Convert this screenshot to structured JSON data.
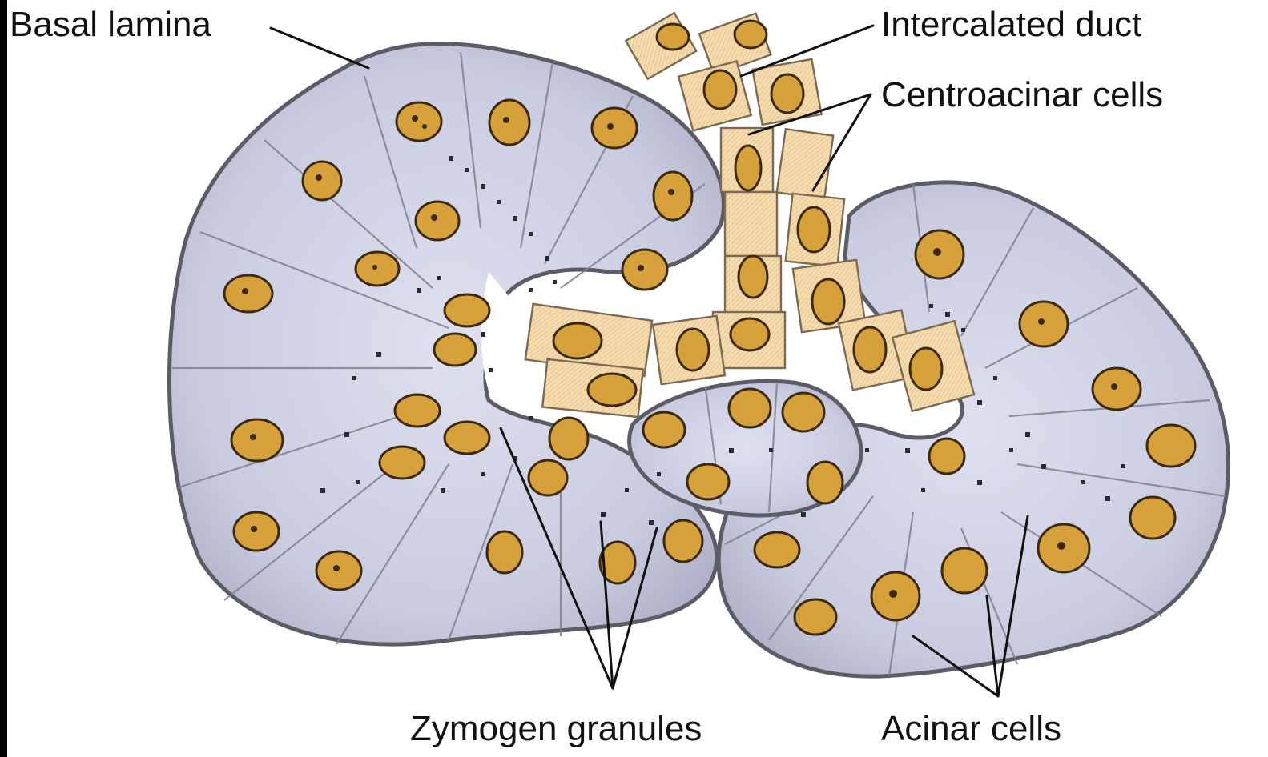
{
  "labels": {
    "basal_lamina": "Basal lamina",
    "intercalated_duct": "Intercalated duct",
    "centroacinar_cells": "Centroacinar cells",
    "zymogen_granules": "Zymogen granules",
    "acinar_cells": "Acinar cells"
  },
  "colors": {
    "acinar_cytoplasm": "#c9cbe0",
    "acinar_border": "#5c5c66",
    "duct_cell": "#f6dcae",
    "nucleus": "#d6a13a",
    "granule": "#2a2a30",
    "label_text": "#111111"
  }
}
